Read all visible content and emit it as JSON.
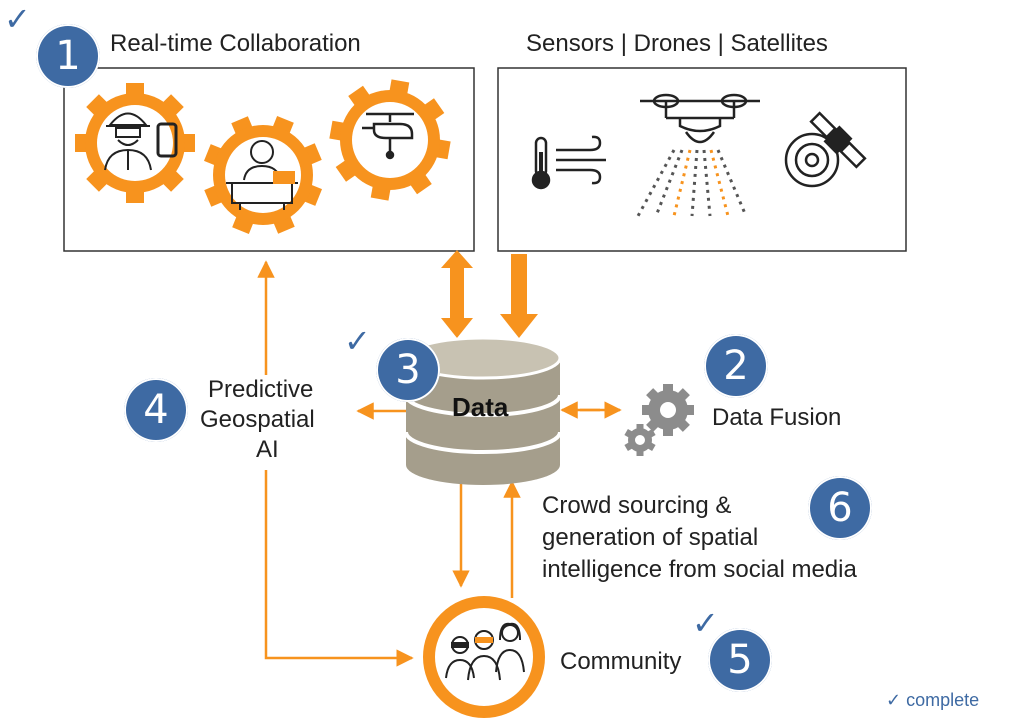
{
  "top_left_box": {
    "title": "Real-time Collaboration",
    "badge": "1"
  },
  "top_right_box": {
    "title": "Sensors | Drones | Satellites"
  },
  "data_node": {
    "label": "Data",
    "badge": "3"
  },
  "fusion_node": {
    "label": "Data Fusion",
    "badge": "2"
  },
  "ai_node": {
    "lines": [
      "Predictive",
      "Geospatial",
      "AI"
    ],
    "badge": "4"
  },
  "crowd_node": {
    "lines": [
      "Crowd sourcing &",
      "generation of spatial",
      "intelligence from social media"
    ],
    "badge": "6"
  },
  "community_node": {
    "label": "Community",
    "badge": "5"
  },
  "legend": {
    "check": "✓",
    "label": "complete"
  },
  "colors": {
    "accent": "#f7931e",
    "badge": "#3e6aa3",
    "db": "#a59e8c",
    "gear_gray": "#8c8c8c"
  },
  "icons": [
    "check-icon",
    "firefighter-icon",
    "phone-icon",
    "operator-desk-icon",
    "helicopter-icon",
    "thermometer-icon",
    "wind-icon",
    "drone-icon",
    "satellite-icon",
    "database-icon",
    "gears-icon",
    "people-icon"
  ]
}
